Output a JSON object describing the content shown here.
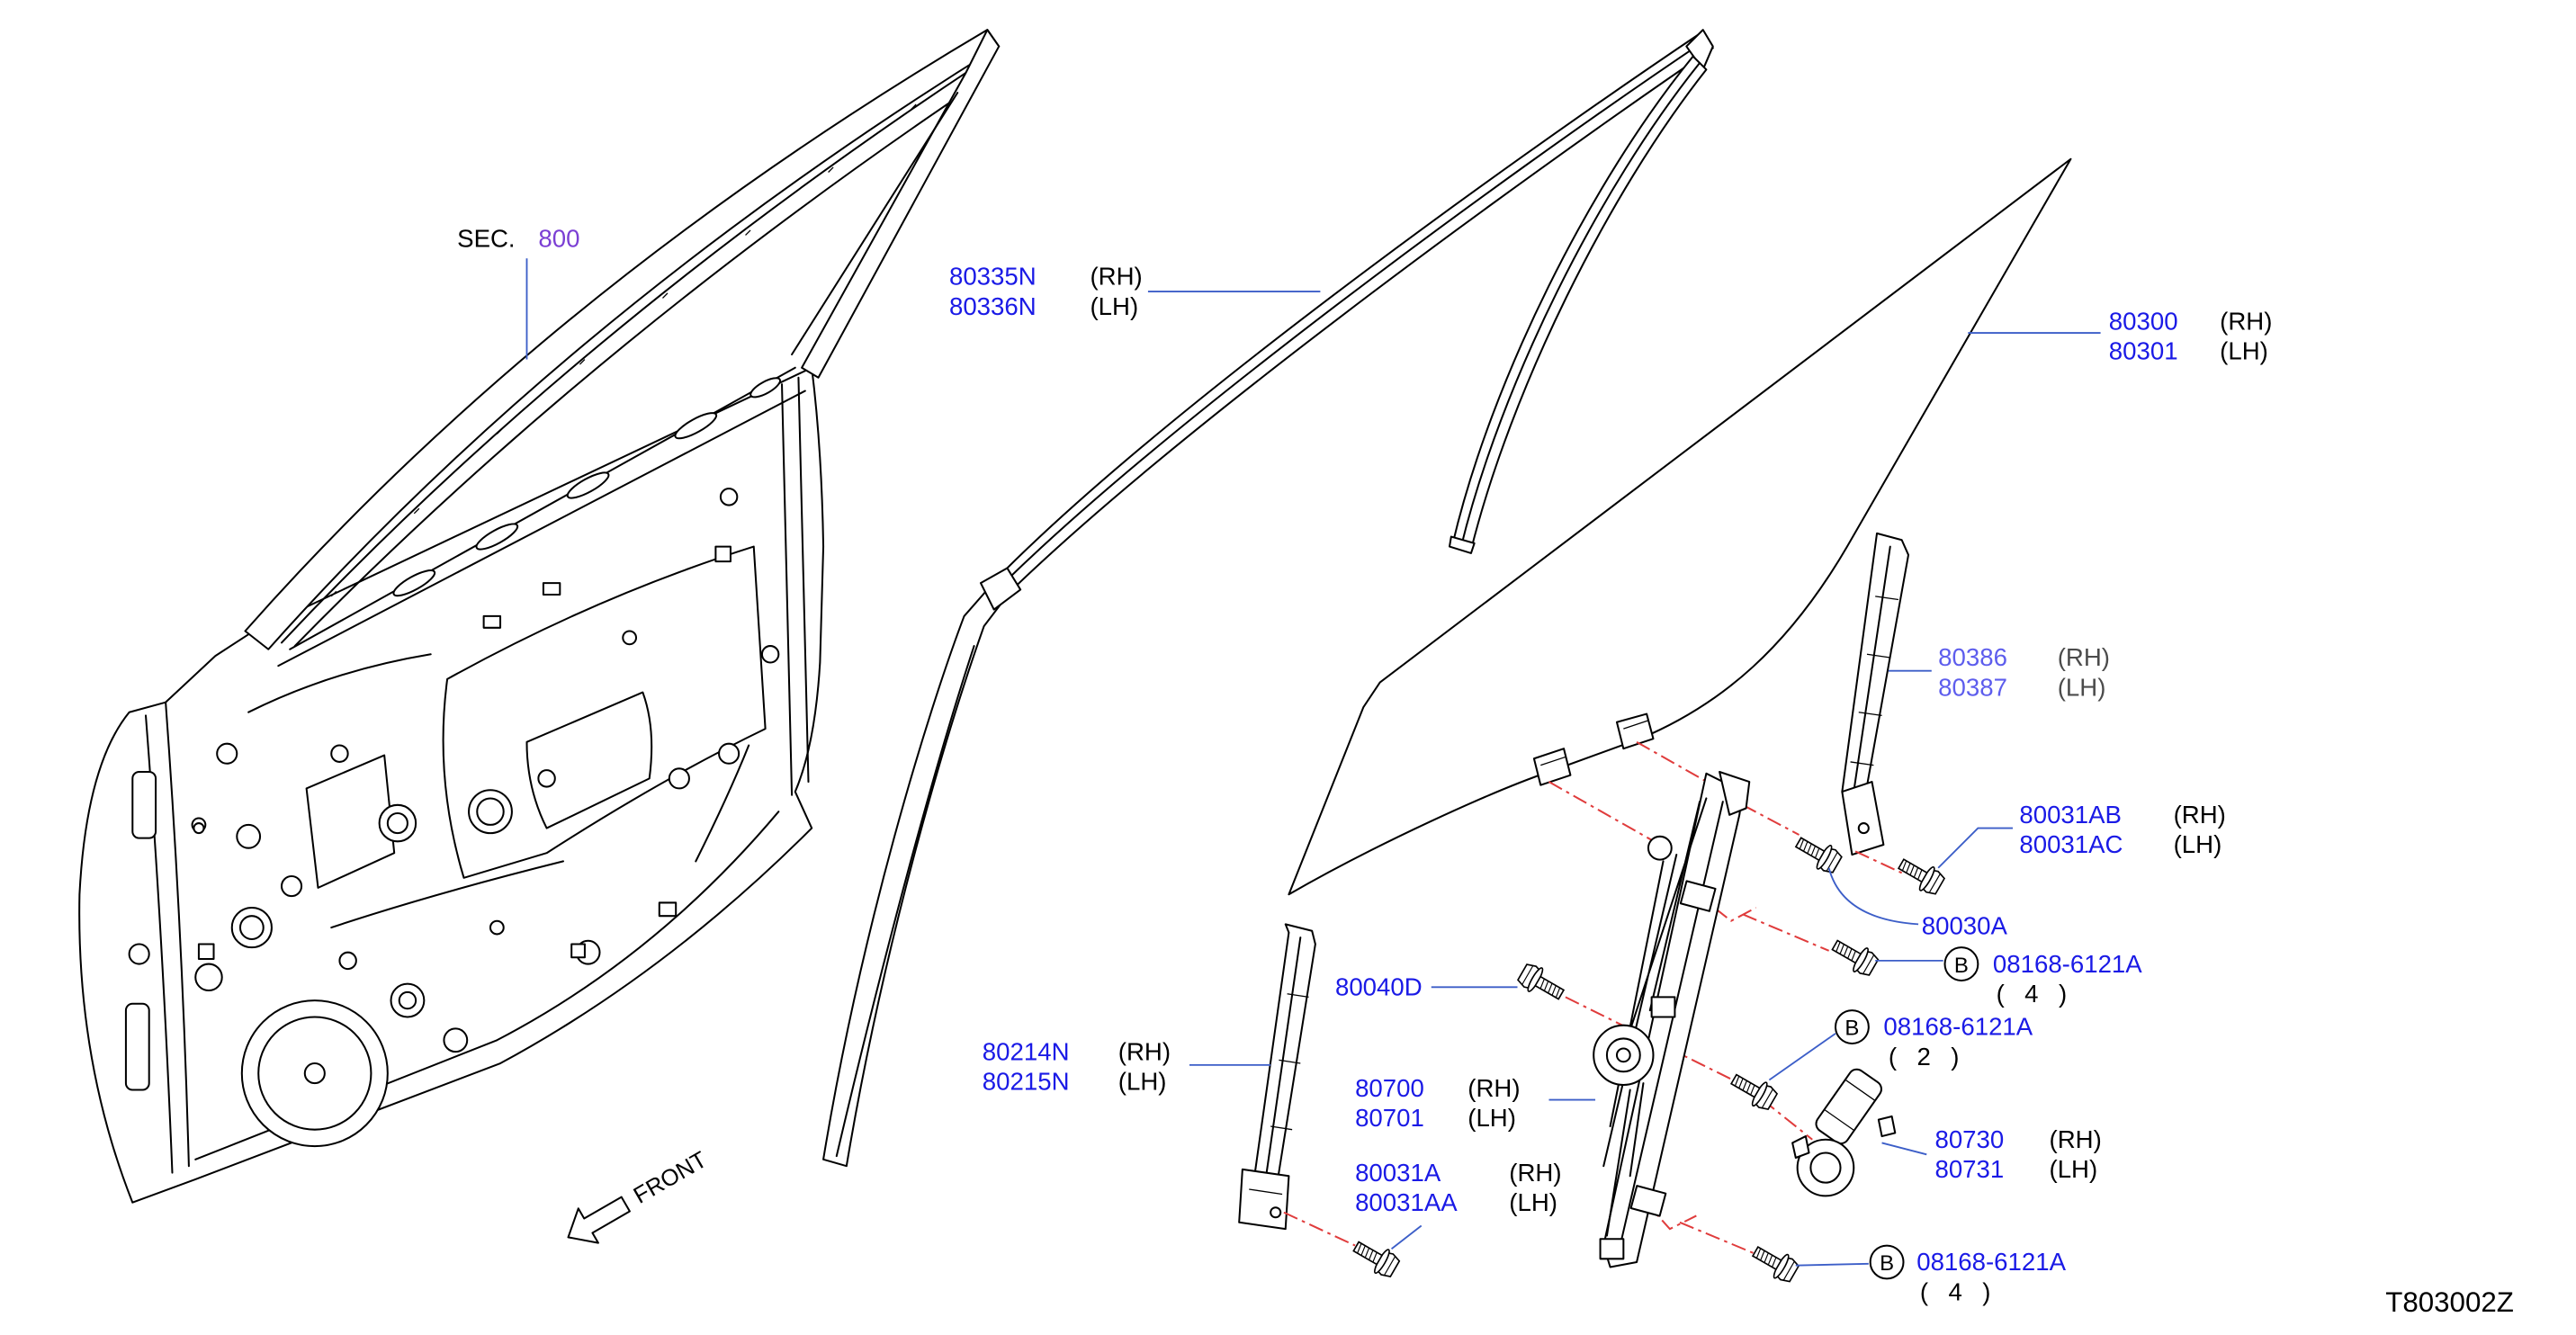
{
  "colors": {
    "part_number": "#1a1ae6",
    "section_number": "#7b3fd4",
    "leader_line": "#3c5ec8",
    "dashed_line": "#e03c3c",
    "outline": "#000000",
    "background": "#ffffff"
  },
  "icons": {
    "front_arrow": "front-arrow-icon",
    "reference_marker": "circled-letter-icon",
    "bolt": "bolt-icon"
  },
  "section_ref": {
    "prefix": "SEC.",
    "number": "800"
  },
  "callouts": {
    "sash_moulding": {
      "rh_part": "80335N",
      "rh_side": "(RH)",
      "lh_part": "80336N",
      "lh_side": "(LH)"
    },
    "glass": {
      "rh_part": "80300",
      "rh_side": "(RH)",
      "lh_part": "80301",
      "lh_side": "(LH)"
    },
    "rear_channel": {
      "rh_part": "80386",
      "rh_side": "(RH)",
      "lh_part": "80387",
      "lh_side": "(LH)"
    },
    "rear_channel_bolt": {
      "rh_part": "80031AB",
      "rh_side": "(RH)",
      "lh_part": "80031AC",
      "lh_side": "(LH)"
    },
    "glass_bolt": {
      "part": "80030A"
    },
    "bolt_b_upper": {
      "marker": "B",
      "part": "08168-6121A",
      "qty": "( 4 )"
    },
    "bolt_b_middle": {
      "marker": "B",
      "part": "08168-6121A",
      "qty": "( 2 )"
    },
    "bolt_b_lower": {
      "marker": "B",
      "part": "08168-6121A",
      "qty": "( 4 )"
    },
    "regulator_bolt": {
      "part": "80040D"
    },
    "front_channel": {
      "rh_part": "80214N",
      "rh_side": "(RH)",
      "lh_part": "80215N",
      "lh_side": "(LH)"
    },
    "regulator": {
      "rh_part": "80700",
      "rh_side": "(RH)",
      "lh_part": "80701",
      "lh_side": "(LH)"
    },
    "motor": {
      "rh_part": "80730",
      "rh_side": "(RH)",
      "lh_part": "80731",
      "lh_side": "(LH)"
    },
    "front_channel_bolt": {
      "rh_part": "80031A",
      "rh_side": "(RH)",
      "lh_part": "80031AA",
      "lh_side": "(LH)"
    }
  },
  "front_marker": "FRONT",
  "drawing_code": "T803002Z"
}
